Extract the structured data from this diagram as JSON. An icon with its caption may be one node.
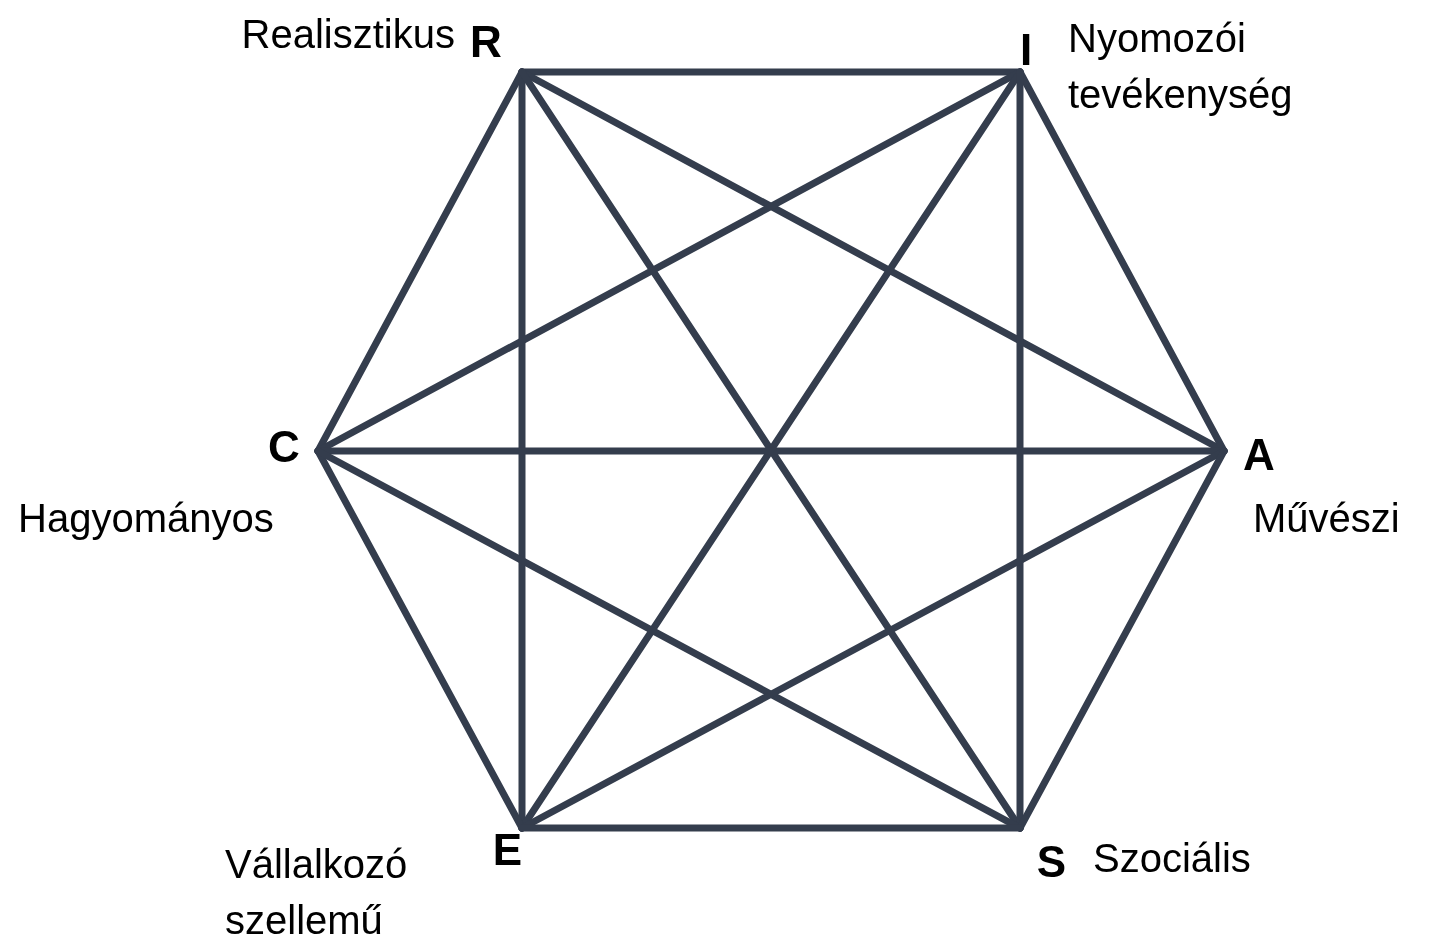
{
  "diagram": {
    "nodes": [
      {
        "text": [
          "R"
        ],
        "beside": [
          "Realisztikus"
        ]
      },
      {
        "text": [
          "I"
        ],
        "beside": [
          "Nyomozói tevékenység"
        ]
      },
      {
        "text": [
          "C"
        ],
        "beside": [
          "Hagyományos"
        ]
      },
      {
        "text": [
          "A"
        ],
        "beside": [
          "Művészi"
        ]
      },
      {
        "text": [
          "E"
        ],
        "beside": [
          "Vállalkozó szellemű"
        ]
      },
      {
        "text": [
          "S"
        ],
        "beside": [
          "Szociális"
        ]
      }
    ],
    "edges": [
      {
        "from": 0,
        "to": 1,
        "arrow": "none"
      },
      {
        "from": 0,
        "to": 2,
        "arrow": "none"
      },
      {
        "from": 0,
        "to": 3,
        "arrow": "none"
      },
      {
        "from": 0,
        "to": 4,
        "arrow": "none"
      },
      {
        "from": 0,
        "to": 5,
        "arrow": "none"
      },
      {
        "from": 1,
        "to": 2,
        "arrow": "none"
      },
      {
        "from": 1,
        "to": 3,
        "arrow": "none"
      },
      {
        "from": 1,
        "to": 4,
        "arrow": "none"
      },
      {
        "from": 1,
        "to": 5,
        "arrow": "none"
      },
      {
        "from": 2,
        "to": 3,
        "arrow": "none"
      },
      {
        "from": 2,
        "to": 4,
        "arrow": "none"
      },
      {
        "from": 2,
        "to": 5,
        "arrow": "none"
      },
      {
        "from": 3,
        "to": 4,
        "arrow": "none"
      },
      {
        "from": 3,
        "to": 5,
        "arrow": "none"
      },
      {
        "from": 4,
        "to": 5,
        "arrow": "none"
      }
    ]
  }
}
